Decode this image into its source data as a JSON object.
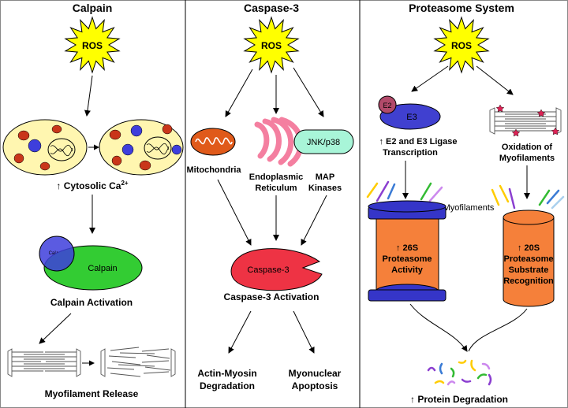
{
  "panels": {
    "calpain": {
      "title": "Calpain",
      "ros": "ROS",
      "cytosolic_label": "↑ Cytosolic Ca",
      "cytosolic_sup": "2+",
      "ca_ion": "Ca²⁺",
      "calpain_enzyme": "Calpain",
      "activation": "Calpain Activation",
      "release": "Myofilament Release"
    },
    "caspase": {
      "title": "Caspase-3",
      "ros": "ROS",
      "mito": "Mitochondria",
      "er_line1": "Endoplasmic",
      "er_line2": "Reticulum",
      "jnk": "JNK/p38",
      "map_line1": "MAP",
      "map_line2": "Kinases",
      "enzyme": "Caspase-3",
      "activation": "Caspase-3 Activation",
      "outcome1_line1": "Actin-Myosin",
      "outcome1_line2": "Degradation",
      "outcome2_line1": "Myonuclear",
      "outcome2_line2": "Apoptosis"
    },
    "proteasome": {
      "title": "Proteasome System",
      "ros": "ROS",
      "e2": "E2",
      "e3": "E3",
      "ligase_line1": "↑ E2 and E3 Ligase",
      "ligase_line2": "Transcription",
      "oxidation_line1": "Oxidation of",
      "oxidation_line2": "Myofilaments",
      "myofilaments": "Myofilaments",
      "p26_line1": "↑ 26S",
      "p26_line2": "Proteasome",
      "p26_line3": "Activity",
      "p20_line1": "↑ 20S",
      "p20_line2": "Proteasome",
      "p20_line3": "Substrate",
      "p20_line4": "Recognition",
      "degradation": "↑ Protein Degradation"
    }
  },
  "colors": {
    "ros_fill": "#ffff00",
    "cell_fill": "#fff6b0",
    "nucleus": "#3e3edc",
    "mito": "#e05a1a",
    "calpain": "#33cc33",
    "er": "#f47fa0",
    "jnk": "#a8f5d8",
    "caspase": "#ee3344",
    "e2": "#b24a6a",
    "e3": "#4040d0",
    "proteasome": "#f5803a",
    "proteasome_cap": "#3535c8"
  },
  "icons": [
    "ros-starburst-icon",
    "cell-icon",
    "mitochondria-icon",
    "endoplasmic-reticulum-icon",
    "proteasome-icon",
    "myofilament-icon",
    "arrow-icon"
  ]
}
